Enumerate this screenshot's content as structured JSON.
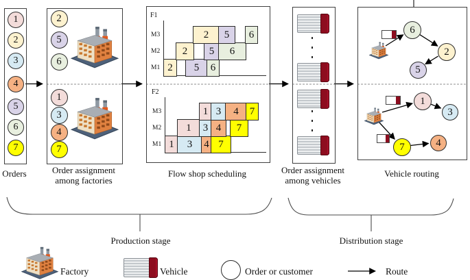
{
  "figure": {
    "panels": {
      "orders": {
        "label": "Orders",
        "order_ids": [
          1,
          2,
          3,
          4,
          5,
          6,
          7
        ]
      },
      "factory_assignment": {
        "label_line1": "Order assignment",
        "label_line2": "among factories",
        "groups": [
          {
            "factory": "F1",
            "order_ids": [
              2,
              5,
              6
            ]
          },
          {
            "factory": "F2",
            "order_ids": [
              1,
              3,
              4,
              7
            ]
          }
        ]
      },
      "flow_shop": {
        "label": "Flow shop scheduling"
      },
      "vehicle_assignment": {
        "label_line1": "Order assignment",
        "label_line2": "among vehicles",
        "vehicle_count": 4
      },
      "vehicle_routing": {
        "label": "Vehicle routing",
        "graphs": [
          {
            "nodes": [
              "6",
              "2",
              "5"
            ],
            "edges": [
              [
                "factory",
                "6"
              ],
              [
                "6",
                "2"
              ],
              [
                "2",
                "5"
              ]
            ]
          },
          {
            "nodes": [
              "1",
              "3",
              "7",
              "4"
            ],
            "edges": [
              [
                "factory",
                "1"
              ],
              [
                "1",
                "3"
              ],
              [
                "factory",
                "7"
              ],
              [
                "7",
                "4"
              ]
            ]
          }
        ]
      }
    },
    "stages": {
      "production": "Production stage",
      "distribution": "Distribution stage"
    },
    "legend": {
      "items": [
        {
          "icon": "factory-icon",
          "label": "Factory"
        },
        {
          "icon": "vehicle-icon",
          "label": "Vehicle"
        },
        {
          "icon": "order-circle-icon",
          "label": "Order or customer"
        },
        {
          "icon": "route-arrow-icon",
          "label": "Route"
        }
      ]
    }
  },
  "palette": {
    "1": "#f3dcda",
    "2": "#fdf2cf",
    "3": "#d6eaf3",
    "4": "#f5b183",
    "5": "#d9d3e8",
    "6": "#e8efdf",
    "7": "#ffff00"
  },
  "chart_data": [
    {
      "type": "gantt",
      "factory": "F1",
      "machines": [
        "M3",
        "M2",
        "M1"
      ],
      "time_axis": "relative units, no tick labels shown",
      "blocks": [
        {
          "machine": "M1",
          "job": 2,
          "start": 0,
          "end": 18
        },
        {
          "machine": "M1",
          "job": 5,
          "start": 32,
          "end": 63
        },
        {
          "machine": "M1",
          "job": 6,
          "start": 63,
          "end": 80
        },
        {
          "machine": "M2",
          "job": 2,
          "start": 18,
          "end": 43
        },
        {
          "machine": "M2",
          "job": 5,
          "start": 59,
          "end": 80
        },
        {
          "machine": "M2",
          "job": 6,
          "start": 80,
          "end": 119
        },
        {
          "machine": "M3",
          "job": 2,
          "start": 43,
          "end": 80
        },
        {
          "machine": "M3",
          "job": 5,
          "start": 80,
          "end": 103
        },
        {
          "machine": "M3",
          "job": 6,
          "start": 119,
          "end": 136
        }
      ]
    },
    {
      "type": "gantt",
      "factory": "F2",
      "machines": [
        "M3",
        "M2",
        "M1"
      ],
      "time_axis": "relative units, no tick labels shown",
      "blocks": [
        {
          "machine": "M1",
          "job": 1,
          "start": 0,
          "end": 18
        },
        {
          "machine": "M1",
          "job": 3,
          "start": 18,
          "end": 53
        },
        {
          "machine": "M1",
          "job": 4,
          "start": 53,
          "end": 67
        },
        {
          "machine": "M1",
          "job": 7,
          "start": 67,
          "end": 95
        },
        {
          "machine": "M2",
          "job": 1,
          "start": 18,
          "end": 50
        },
        {
          "machine": "M2",
          "job": 3,
          "start": 50,
          "end": 67
        },
        {
          "machine": "M2",
          "job": 4,
          "start": 67,
          "end": 88
        },
        {
          "machine": "M2",
          "job": 7,
          "start": 95,
          "end": 120
        },
        {
          "machine": "M3",
          "job": 1,
          "start": 50,
          "end": 67
        },
        {
          "machine": "M3",
          "job": 3,
          "start": 67,
          "end": 88
        },
        {
          "machine": "M3",
          "job": 4,
          "start": 88,
          "end": 118
        },
        {
          "machine": "M3",
          "job": 7,
          "start": 118,
          "end": 135
        }
      ]
    }
  ]
}
